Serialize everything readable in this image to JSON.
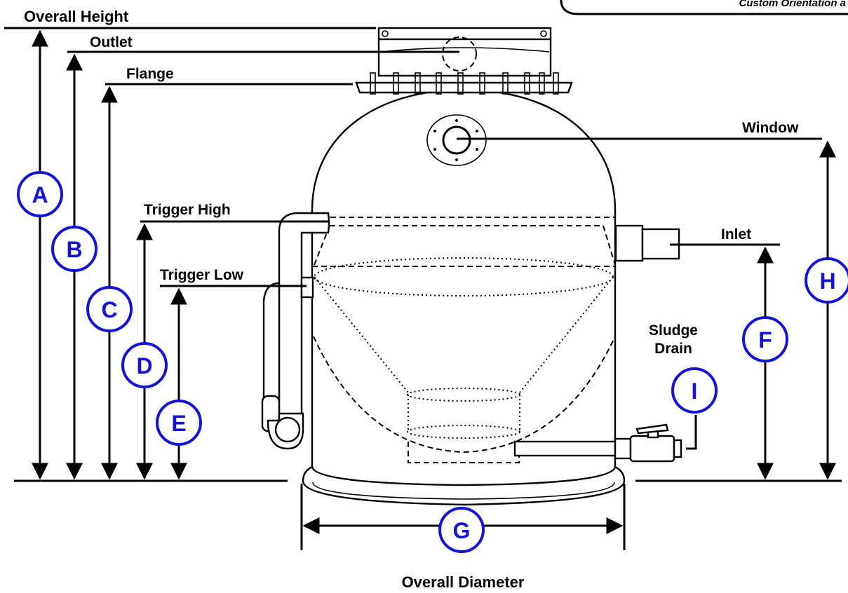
{
  "corner_note": "Custom Orientation a",
  "labels": {
    "overall_height": "Overall Height",
    "outlet": "Outlet",
    "flange": "Flange",
    "window": "Window",
    "trigger_high": "Trigger High",
    "trigger_low": "Trigger Low",
    "inlet": "Inlet",
    "sludge_drain_line1": "Sludge",
    "sludge_drain_line2": "Drain",
    "overall_diameter": "Overall Diameter"
  },
  "badges": {
    "A": "A",
    "B": "B",
    "C": "C",
    "D": "D",
    "E": "E",
    "F": "F",
    "G": "G",
    "H": "H",
    "I": "I"
  },
  "colors": {
    "badge": "#1414d6",
    "line": "#000000",
    "background": "#ffffff"
  }
}
